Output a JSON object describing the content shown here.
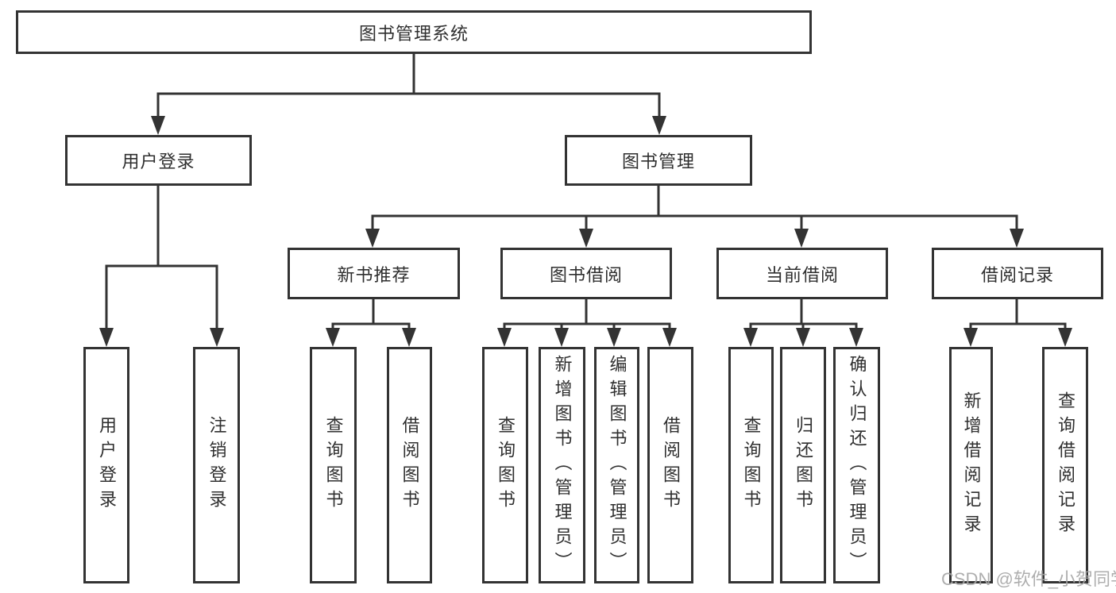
{
  "tree": {
    "label": "图书管理系统",
    "children": [
      {
        "label": "用户登录",
        "children": [
          {
            "label": "用户登录"
          },
          {
            "label": "注销登录"
          }
        ]
      },
      {
        "label": "图书管理",
        "children": [
          {
            "label": "新书推荐",
            "children": [
              {
                "label": "查询图书"
              },
              {
                "label": "借阅图书"
              }
            ]
          },
          {
            "label": "图书借阅",
            "children": [
              {
                "label": "查询图书"
              },
              {
                "label": "新增图书（管理员）"
              },
              {
                "label": "编辑图书（管理员）"
              },
              {
                "label": "借阅图书"
              }
            ]
          },
          {
            "label": "当前借阅",
            "children": [
              {
                "label": "查询图书"
              },
              {
                "label": "归还图书"
              },
              {
                "label": "确认归还（管理员）"
              }
            ]
          },
          {
            "label": "借阅记录",
            "children": [
              {
                "label": "新增借阅记录"
              },
              {
                "label": "查询借阅记录"
              }
            ]
          }
        ]
      }
    ]
  },
  "colors": {
    "line": "#333333",
    "text": "#2f2f2f",
    "watermark": "#a5a5a5",
    "background": "#ffffff"
  },
  "watermark": "CSDN @软件_小贺同学"
}
